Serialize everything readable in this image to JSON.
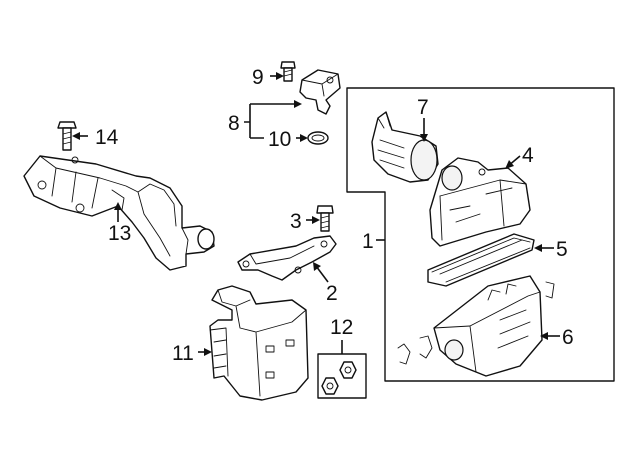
{
  "diagram": {
    "callouts": [
      {
        "id": "c1",
        "label": "1"
      },
      {
        "id": "c2",
        "label": "2"
      },
      {
        "id": "c3",
        "label": "3"
      },
      {
        "id": "c4",
        "label": "4"
      },
      {
        "id": "c5",
        "label": "5"
      },
      {
        "id": "c6",
        "label": "6"
      },
      {
        "id": "c7",
        "label": "7"
      },
      {
        "id": "c8",
        "label": "8"
      },
      {
        "id": "c9",
        "label": "9"
      },
      {
        "id": "c10",
        "label": "10"
      },
      {
        "id": "c11",
        "label": "11"
      },
      {
        "id": "c12",
        "label": "12"
      },
      {
        "id": "c13",
        "label": "13"
      },
      {
        "id": "c14",
        "label": "14"
      }
    ],
    "colors": {
      "line": "#111111",
      "background": "#ffffff"
    }
  }
}
